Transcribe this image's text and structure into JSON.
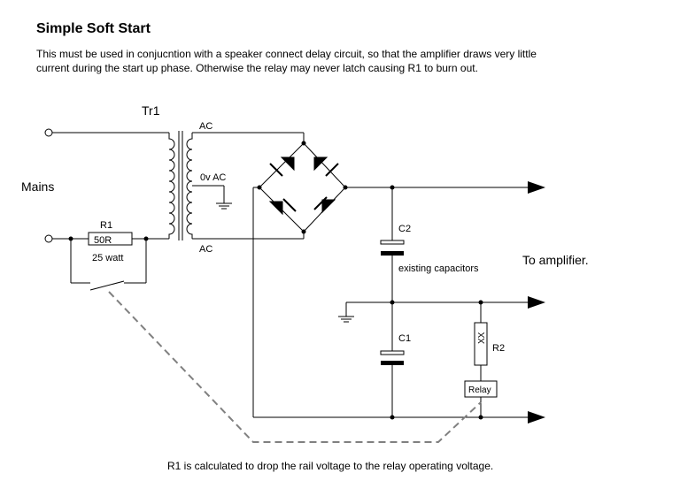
{
  "title": "Simple Soft Start",
  "description": [
    "This must be used in conjucntion with a speaker connect delay circuit, so that the amplifier draws very little",
    "current during the start up phase.  Otherwise the relay may never latch causing R1 to burn out."
  ],
  "footer": "R1 is calculated to drop the rail voltage to the relay operating voltage.",
  "labels": {
    "tr1": "Tr1",
    "mains": "Mains",
    "ac_top": "AC",
    "ac_bottom": "AC",
    "zero_v_ac": "0v AC",
    "r1": "R1",
    "r1_value": "50R",
    "r1_power": "25 watt",
    "c2": "C2",
    "c1": "C1",
    "existing_capacitors": "existing capacitors",
    "to_amplifier": "To amplifier.",
    "r2": "R2",
    "r2_value": "XX",
    "relay": "Relay"
  }
}
